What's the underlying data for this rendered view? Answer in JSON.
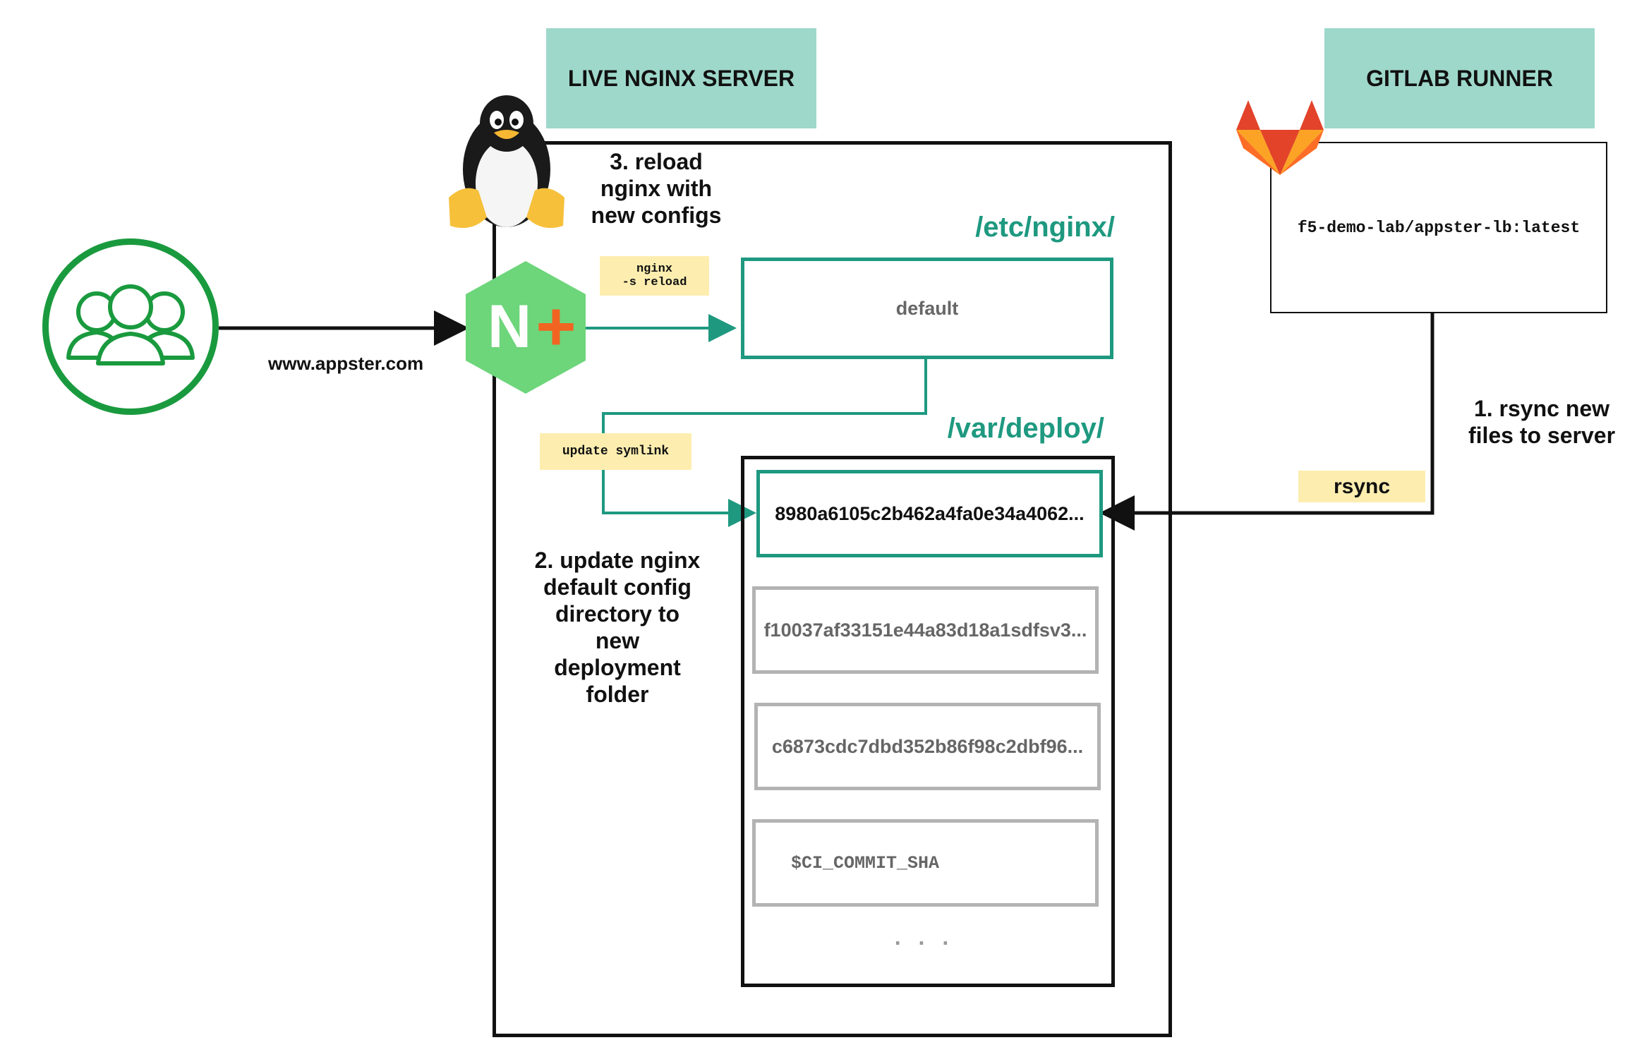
{
  "headers": {
    "live_server": "LIVE NGINX SERVER",
    "gitlab_runner": "GITLAB RUNNER"
  },
  "client": {
    "domain": "www.appster.com",
    "icon": "users-icon"
  },
  "gitlab": {
    "image": "f5-demo-lab/appster-lb:latest",
    "icon": "gitlab-fox-icon"
  },
  "steps": {
    "step1": "1. rsync new\nfiles to server",
    "step2": "2. update nginx\ndefault config\ndirectory to\nnew\ndeployment\nfolder",
    "step3": "3. reload\nnginx with\nnew configs"
  },
  "notes": {
    "nginx_reload": "nginx\n-s reload",
    "update_symlink": "update symlink",
    "rsync": "rsync"
  },
  "paths": {
    "etc_nginx": "/etc/nginx/",
    "var_deploy": "/var/deploy/"
  },
  "etc_nginx_config": "default",
  "deployments": [
    "8980a6105c2b462a4fa0e34a4062...",
    "f10037af33151e44a83d18a1sdfsv3...",
    "c6873cdc7dbd352b86f98c2dbf96...",
    "$CI_COMMIT_SHA"
  ],
  "ellipsis": ". . .",
  "nginx_logo": {
    "letter": "N",
    "plus": "+",
    "hex_color": "#6dd57a",
    "plus_color": "#f26422"
  },
  "colors": {
    "teal": "#1e9980",
    "header_bg": "#9ed8ca",
    "note_bg": "#fdeeb0",
    "client_green": "#1a9a3e"
  }
}
